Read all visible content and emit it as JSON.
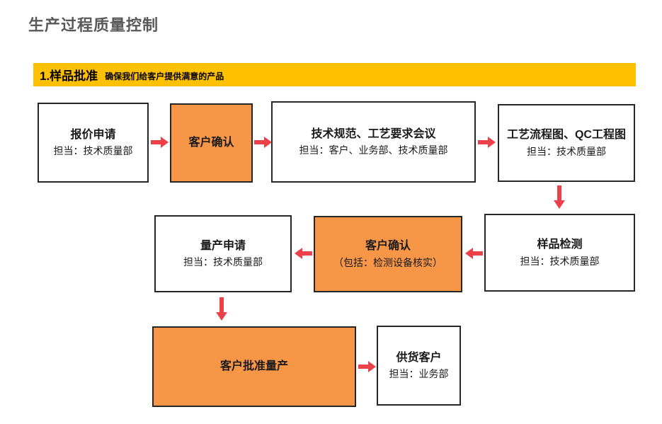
{
  "page": {
    "title": "生产过程质量控制"
  },
  "banner": {
    "heading": "1.样品批准",
    "description": "确保我们给客户提供满意的产品"
  },
  "colors": {
    "banner_bg": "#FFC000",
    "highlight_bg": "#F79646",
    "arrow": "#ED4149",
    "title_text": "#595959",
    "node_border": "#262626",
    "node_text": "#1A1A1A"
  },
  "flow": {
    "nodes": [
      {
        "id": "quote-request",
        "title": "报价申请",
        "subtitle": "担当：技术质量部",
        "highlight": false
      },
      {
        "id": "customer-confirm-1",
        "title": "客户确认",
        "subtitle": "",
        "highlight": true
      },
      {
        "id": "spec-meeting",
        "title": "技术规范、工艺要求会议",
        "subtitle": "担当：客户、业务部、技术质量部",
        "highlight": false
      },
      {
        "id": "process-flow-qc",
        "title": "工艺流程图、QC工程图",
        "subtitle": "担当：技术质量部",
        "highlight": false
      },
      {
        "id": "sample-testing",
        "title": "样品检测",
        "subtitle": "担当：技术质量部",
        "highlight": false
      },
      {
        "id": "customer-confirm-2",
        "title": "客户确认",
        "subtitle": "（包括：检测设备核实）",
        "highlight": true
      },
      {
        "id": "mass-production-apply",
        "title": "量产申请",
        "subtitle": "担当：技术质量部",
        "highlight": false
      },
      {
        "id": "customer-approve-mp",
        "title": "客户批准量产",
        "subtitle": "",
        "highlight": true
      },
      {
        "id": "supply-customer",
        "title": "供货客户",
        "subtitle": "担当：业务部",
        "highlight": false
      }
    ],
    "edges": [
      {
        "from": "quote-request",
        "to": "customer-confirm-1",
        "direction": "right"
      },
      {
        "from": "customer-confirm-1",
        "to": "spec-meeting",
        "direction": "right"
      },
      {
        "from": "spec-meeting",
        "to": "process-flow-qc",
        "direction": "right"
      },
      {
        "from": "process-flow-qc",
        "to": "sample-testing",
        "direction": "down"
      },
      {
        "from": "sample-testing",
        "to": "customer-confirm-2",
        "direction": "left"
      },
      {
        "from": "customer-confirm-2",
        "to": "mass-production-apply",
        "direction": "left"
      },
      {
        "from": "mass-production-apply",
        "to": "customer-approve-mp",
        "direction": "down"
      },
      {
        "from": "customer-approve-mp",
        "to": "supply-customer",
        "direction": "right"
      }
    ]
  }
}
